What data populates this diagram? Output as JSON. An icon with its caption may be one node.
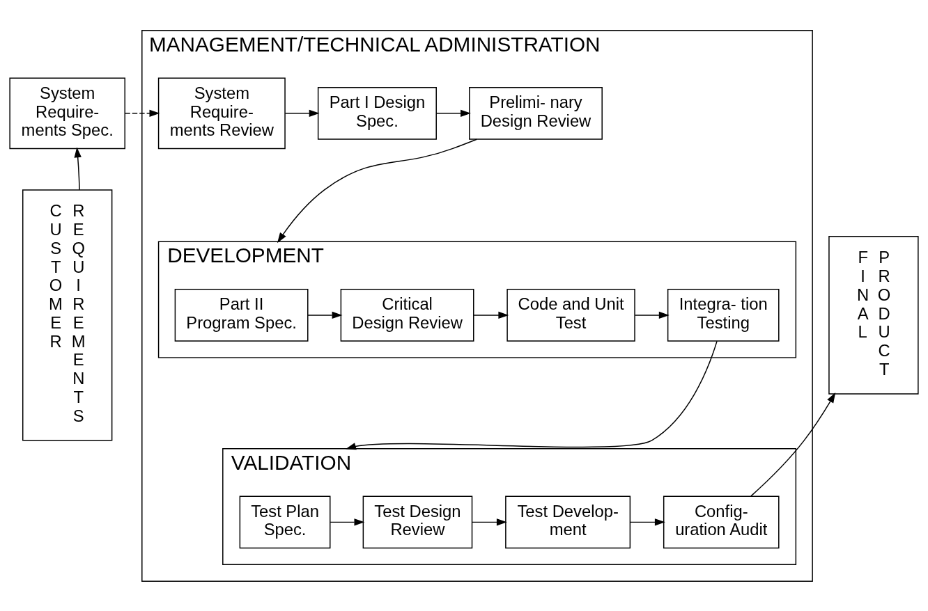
{
  "diagram": {
    "nodes": [
      {
        "text": [
          "System Require- ments Spec."
        ]
      },
      {
        "text": [
          "CUSTOMER",
          "REQUIREMENTS"
        ]
      },
      {
        "text": [
          "MANAGEMENT/TECHNICAL ADMINISTRATION"
        ]
      },
      {
        "text": [
          "System Require- ments Review"
        ],
        "in": 2
      },
      {
        "text": [
          "Part I Design Spec."
        ],
        "in": 2
      },
      {
        "text": [
          "Prelimi- nary Design Review"
        ],
        "in": 2
      },
      {
        "text": [
          "DEVELOPMENT"
        ],
        "in": 2
      },
      {
        "text": [
          "Part II Program Spec."
        ],
        "in": 6
      },
      {
        "text": [
          "Critical Design Review"
        ],
        "in": 6
      },
      {
        "text": [
          "Code and Unit Test"
        ],
        "in": 6
      },
      {
        "text": [
          "Integra- tion Testing"
        ],
        "in": 6
      },
      {
        "text": [
          "VALIDATION"
        ],
        "in": 2
      },
      {
        "text": [
          "Test Plan Spec."
        ],
        "in": 11
      },
      {
        "text": [
          "Test Design Review"
        ],
        "in": 11
      },
      {
        "text": [
          "Test Develop- ment"
        ],
        "in": 11
      },
      {
        "text": [
          "Config- uration Audit"
        ],
        "in": 11
      },
      {
        "text": [
          "FINAL",
          "PRODUCT"
        ]
      }
    ],
    "edges": [
      {
        "from": 1,
        "to": 0,
        "arrow": "to"
      },
      {
        "from": 0,
        "to": 3,
        "arrow": "to",
        "style": "dashed"
      },
      {
        "from": 3,
        "to": 4,
        "arrow": "to"
      },
      {
        "from": 4,
        "to": 5,
        "arrow": "to"
      },
      {
        "from": 5,
        "to": 6,
        "arrow": "to"
      },
      {
        "from": 7,
        "to": 8,
        "arrow": "to"
      },
      {
        "from": 8,
        "to": 9,
        "arrow": "to"
      },
      {
        "from": 9,
        "to": 10,
        "arrow": "to"
      },
      {
        "from": 10,
        "to": 11,
        "arrow": "to"
      },
      {
        "from": 12,
        "to": 13,
        "arrow": "to"
      },
      {
        "from": 13,
        "to": 14,
        "arrow": "to"
      },
      {
        "from": 14,
        "to": 15,
        "arrow": "to"
      },
      {
        "from": 15,
        "to": 16,
        "arrow": "to"
      }
    ]
  }
}
